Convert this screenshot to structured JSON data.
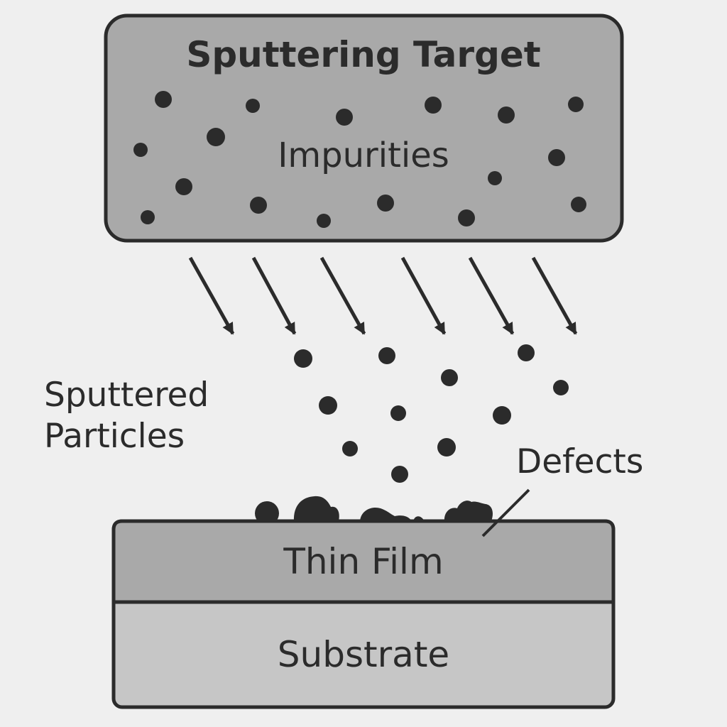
{
  "diagram": {
    "target": {
      "title": "Sputtering Target",
      "impurities_label": "Impurities"
    },
    "particles_label": "Sputtered\nParticles",
    "defects_label": "Defects",
    "film_label": "Thin Film",
    "substrate_label": "Substrate"
  },
  "colors": {
    "background": "#efefef",
    "target_fill": "#a9a9a9",
    "film_fill": "#a9a9a9",
    "substrate_fill": "#c6c6c6",
    "ink": "#2b2b2b"
  }
}
